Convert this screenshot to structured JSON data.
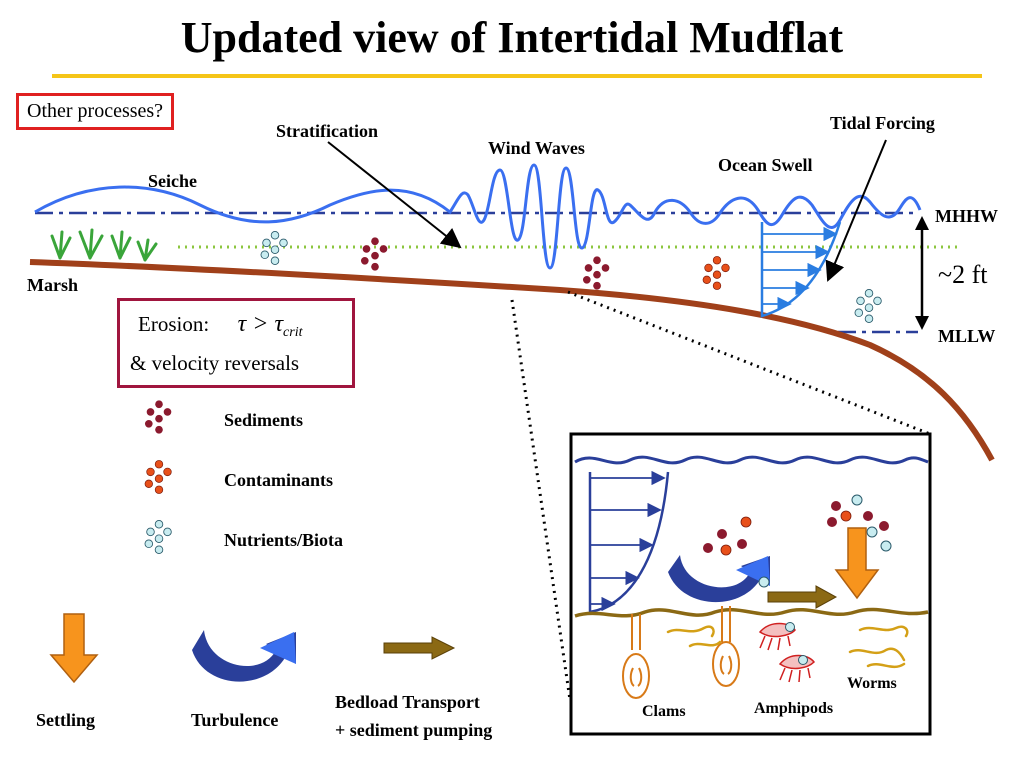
{
  "title": "Updated view of Intertidal Mudflat",
  "question_box": "Other processes?",
  "labels": {
    "stratification": "Stratification",
    "wind_waves": "Wind Waves",
    "tidal_forcing": "Tidal Forcing",
    "ocean_swell": "Ocean Swell",
    "seiche": "Seiche",
    "mhhw": "MHHW",
    "mllw": "MLLW",
    "tide_range": "~2 ft",
    "marsh": "Marsh"
  },
  "erosion": {
    "label": "Erosion:",
    "tau": "τ > τ",
    "crit": "crit",
    "line2": "& velocity reversals"
  },
  "legend": {
    "sediments": "Sediments",
    "contaminants": "Contaminants",
    "nutrients": "Nutrients/Biota"
  },
  "processes": {
    "settling": "Settling",
    "turbulence": "Turbulence",
    "bedload_line1": "Bedload Transport",
    "bedload_line2": "+ sediment pumping"
  },
  "inset": {
    "clams": "Clams",
    "amphipods": "Amphipods",
    "worms": "Worms"
  },
  "colors": {
    "water": "#3a6ff0",
    "tide_line": "#2a3f9a",
    "bed": "#a0401a",
    "sediment": "#8b1a2e",
    "contaminant": "#e8501a",
    "nutrient": "#c8ecf0",
    "settling": "#f7941d",
    "bedload": "#8b6914",
    "stratification": "#8cc63f",
    "marsh": "#3aa53a",
    "title_rule": "#f5c518"
  }
}
